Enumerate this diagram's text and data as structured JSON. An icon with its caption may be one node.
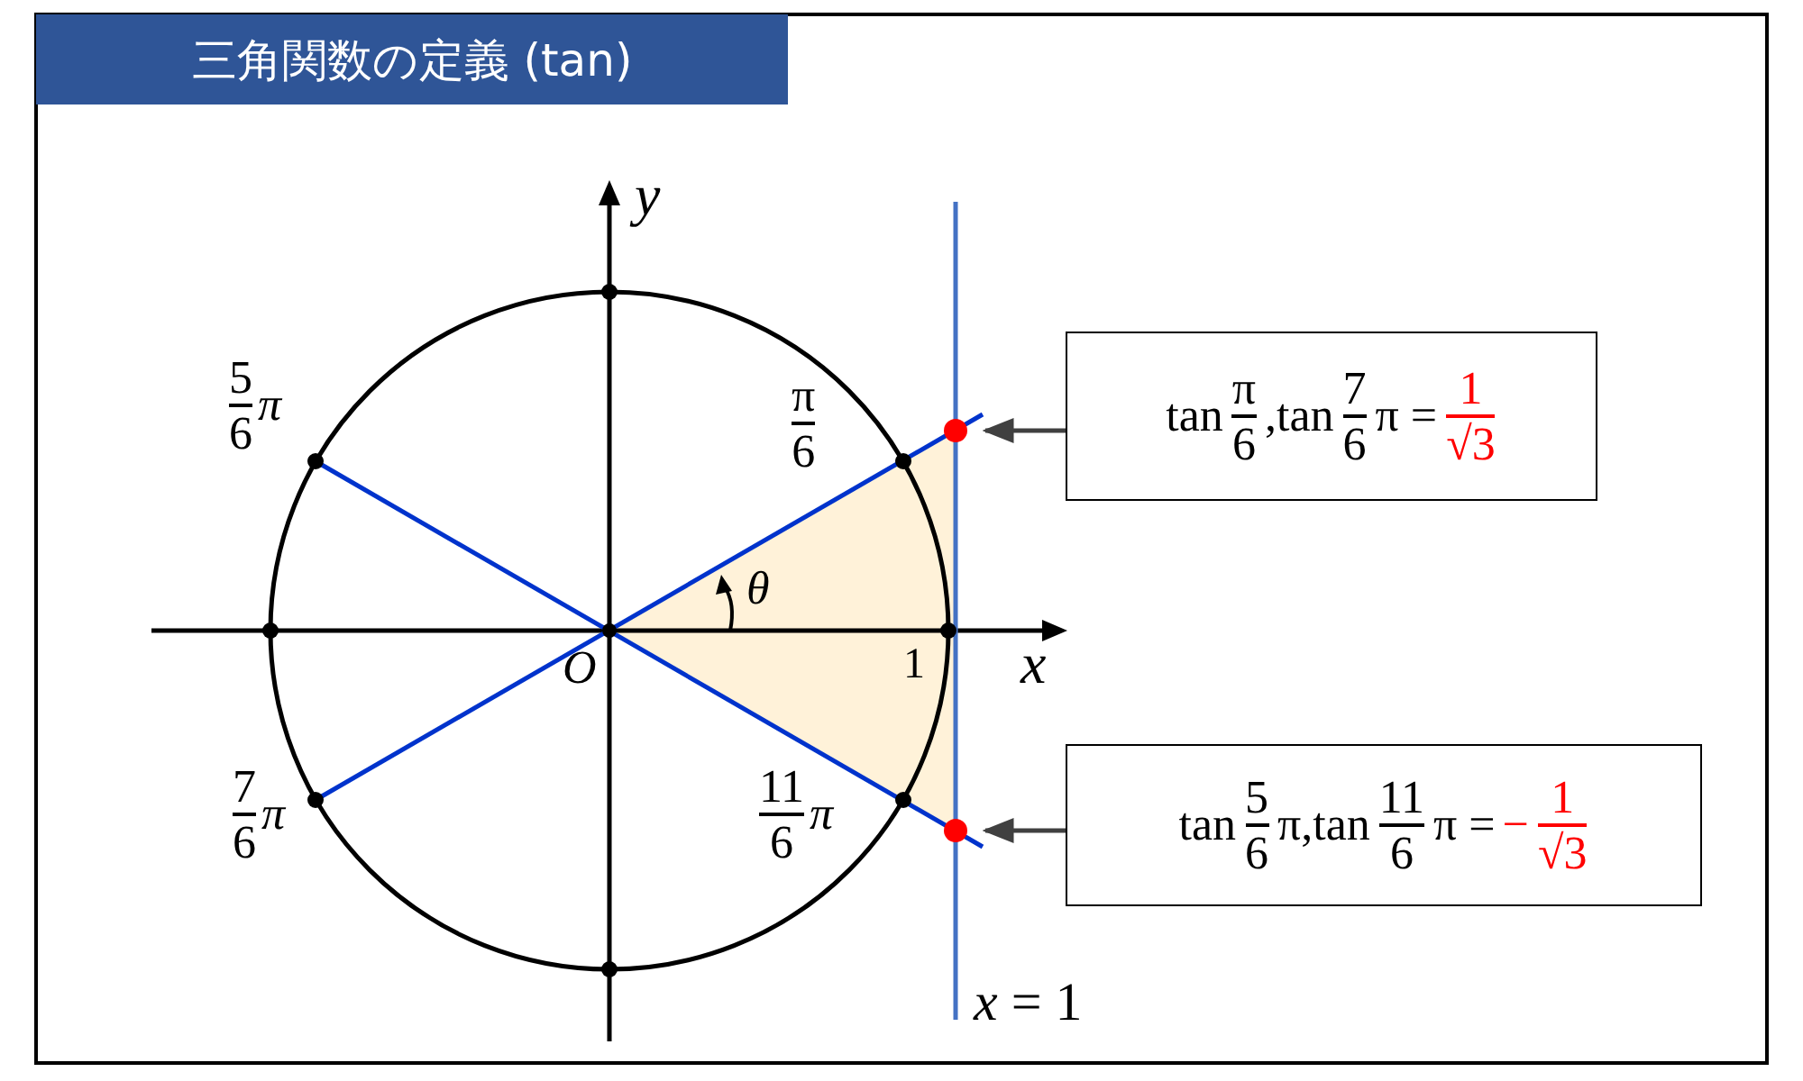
{
  "diagram": {
    "title": "三角関数の定義 (tan)",
    "nodes": [
      {
        "text": [
          "tan",
          "π",
          "6",
          ",tan",
          "7",
          "6",
          "π =",
          "1",
          "√3"
        ]
      },
      {
        "text": [
          "tan",
          "5",
          "6",
          "π,tan",
          "11",
          "6",
          "π =",
          "−",
          "1",
          "√3"
        ]
      },
      {
        "text": [],
        "shape": "circle"
      },
      {
        "text": [],
        "shape": "circle"
      }
    ],
    "edges": [
      {
        "from": 0,
        "to": 2,
        "arrow": "to"
      },
      {
        "from": 1,
        "to": 3,
        "arrow": "to"
      }
    ],
    "labels": [
      "y",
      "5",
      "6",
      "π",
      "π",
      "6",
      "θ",
      "O",
      "1",
      "x",
      "7",
      "6",
      "π",
      "11",
      "6",
      "π",
      "*x* = 1"
    ]
  }
}
